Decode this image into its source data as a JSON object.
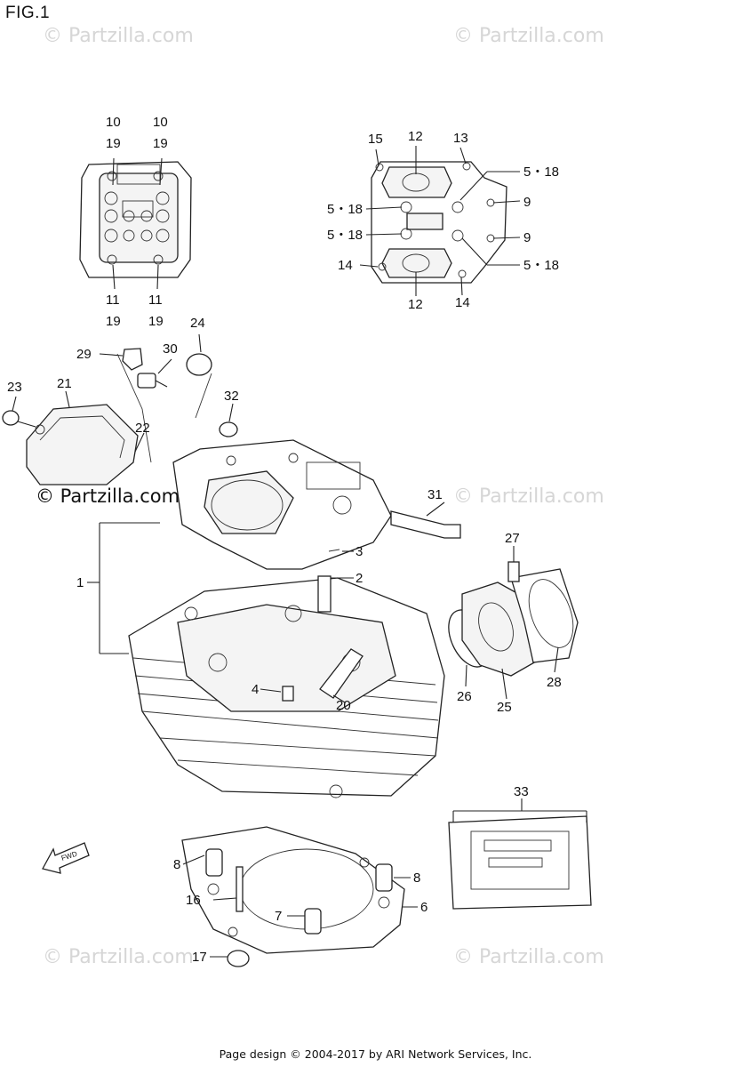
{
  "figure_title": "FIG.1",
  "watermark": "© Partzilla.com",
  "footer": "Page design © 2004-2017 by ARI Network Services, Inc.",
  "fwd_label": "FWD",
  "labels": {
    "p10a": "10",
    "p19a": "19",
    "p10b": "10",
    "p19b": "19",
    "p11a": "11",
    "p19c": "19",
    "p11b": "11",
    "p19d": "19",
    "p15": "15",
    "p12a": "12",
    "p13": "13",
    "p518a": "5・18",
    "p518b": "5・18",
    "p9a": "9",
    "p518c": "5・18",
    "p9b": "9",
    "p14a": "14",
    "p518d": "5・18",
    "p12b": "12",
    "p14b": "14",
    "p24": "24",
    "p29": "29",
    "p30": "30",
    "p23": "23",
    "p21": "21",
    "p32": "32",
    "p22": "22",
    "p31": "31",
    "p3": "3",
    "p2": "2",
    "p27": "27",
    "p1": "1",
    "p26": "26",
    "p25": "25",
    "p28": "28",
    "p4": "4",
    "p20": "20",
    "p33": "33",
    "p8a": "8",
    "p8b": "8",
    "p16": "16",
    "p6": "6",
    "p7": "7",
    "p17": "17"
  }
}
